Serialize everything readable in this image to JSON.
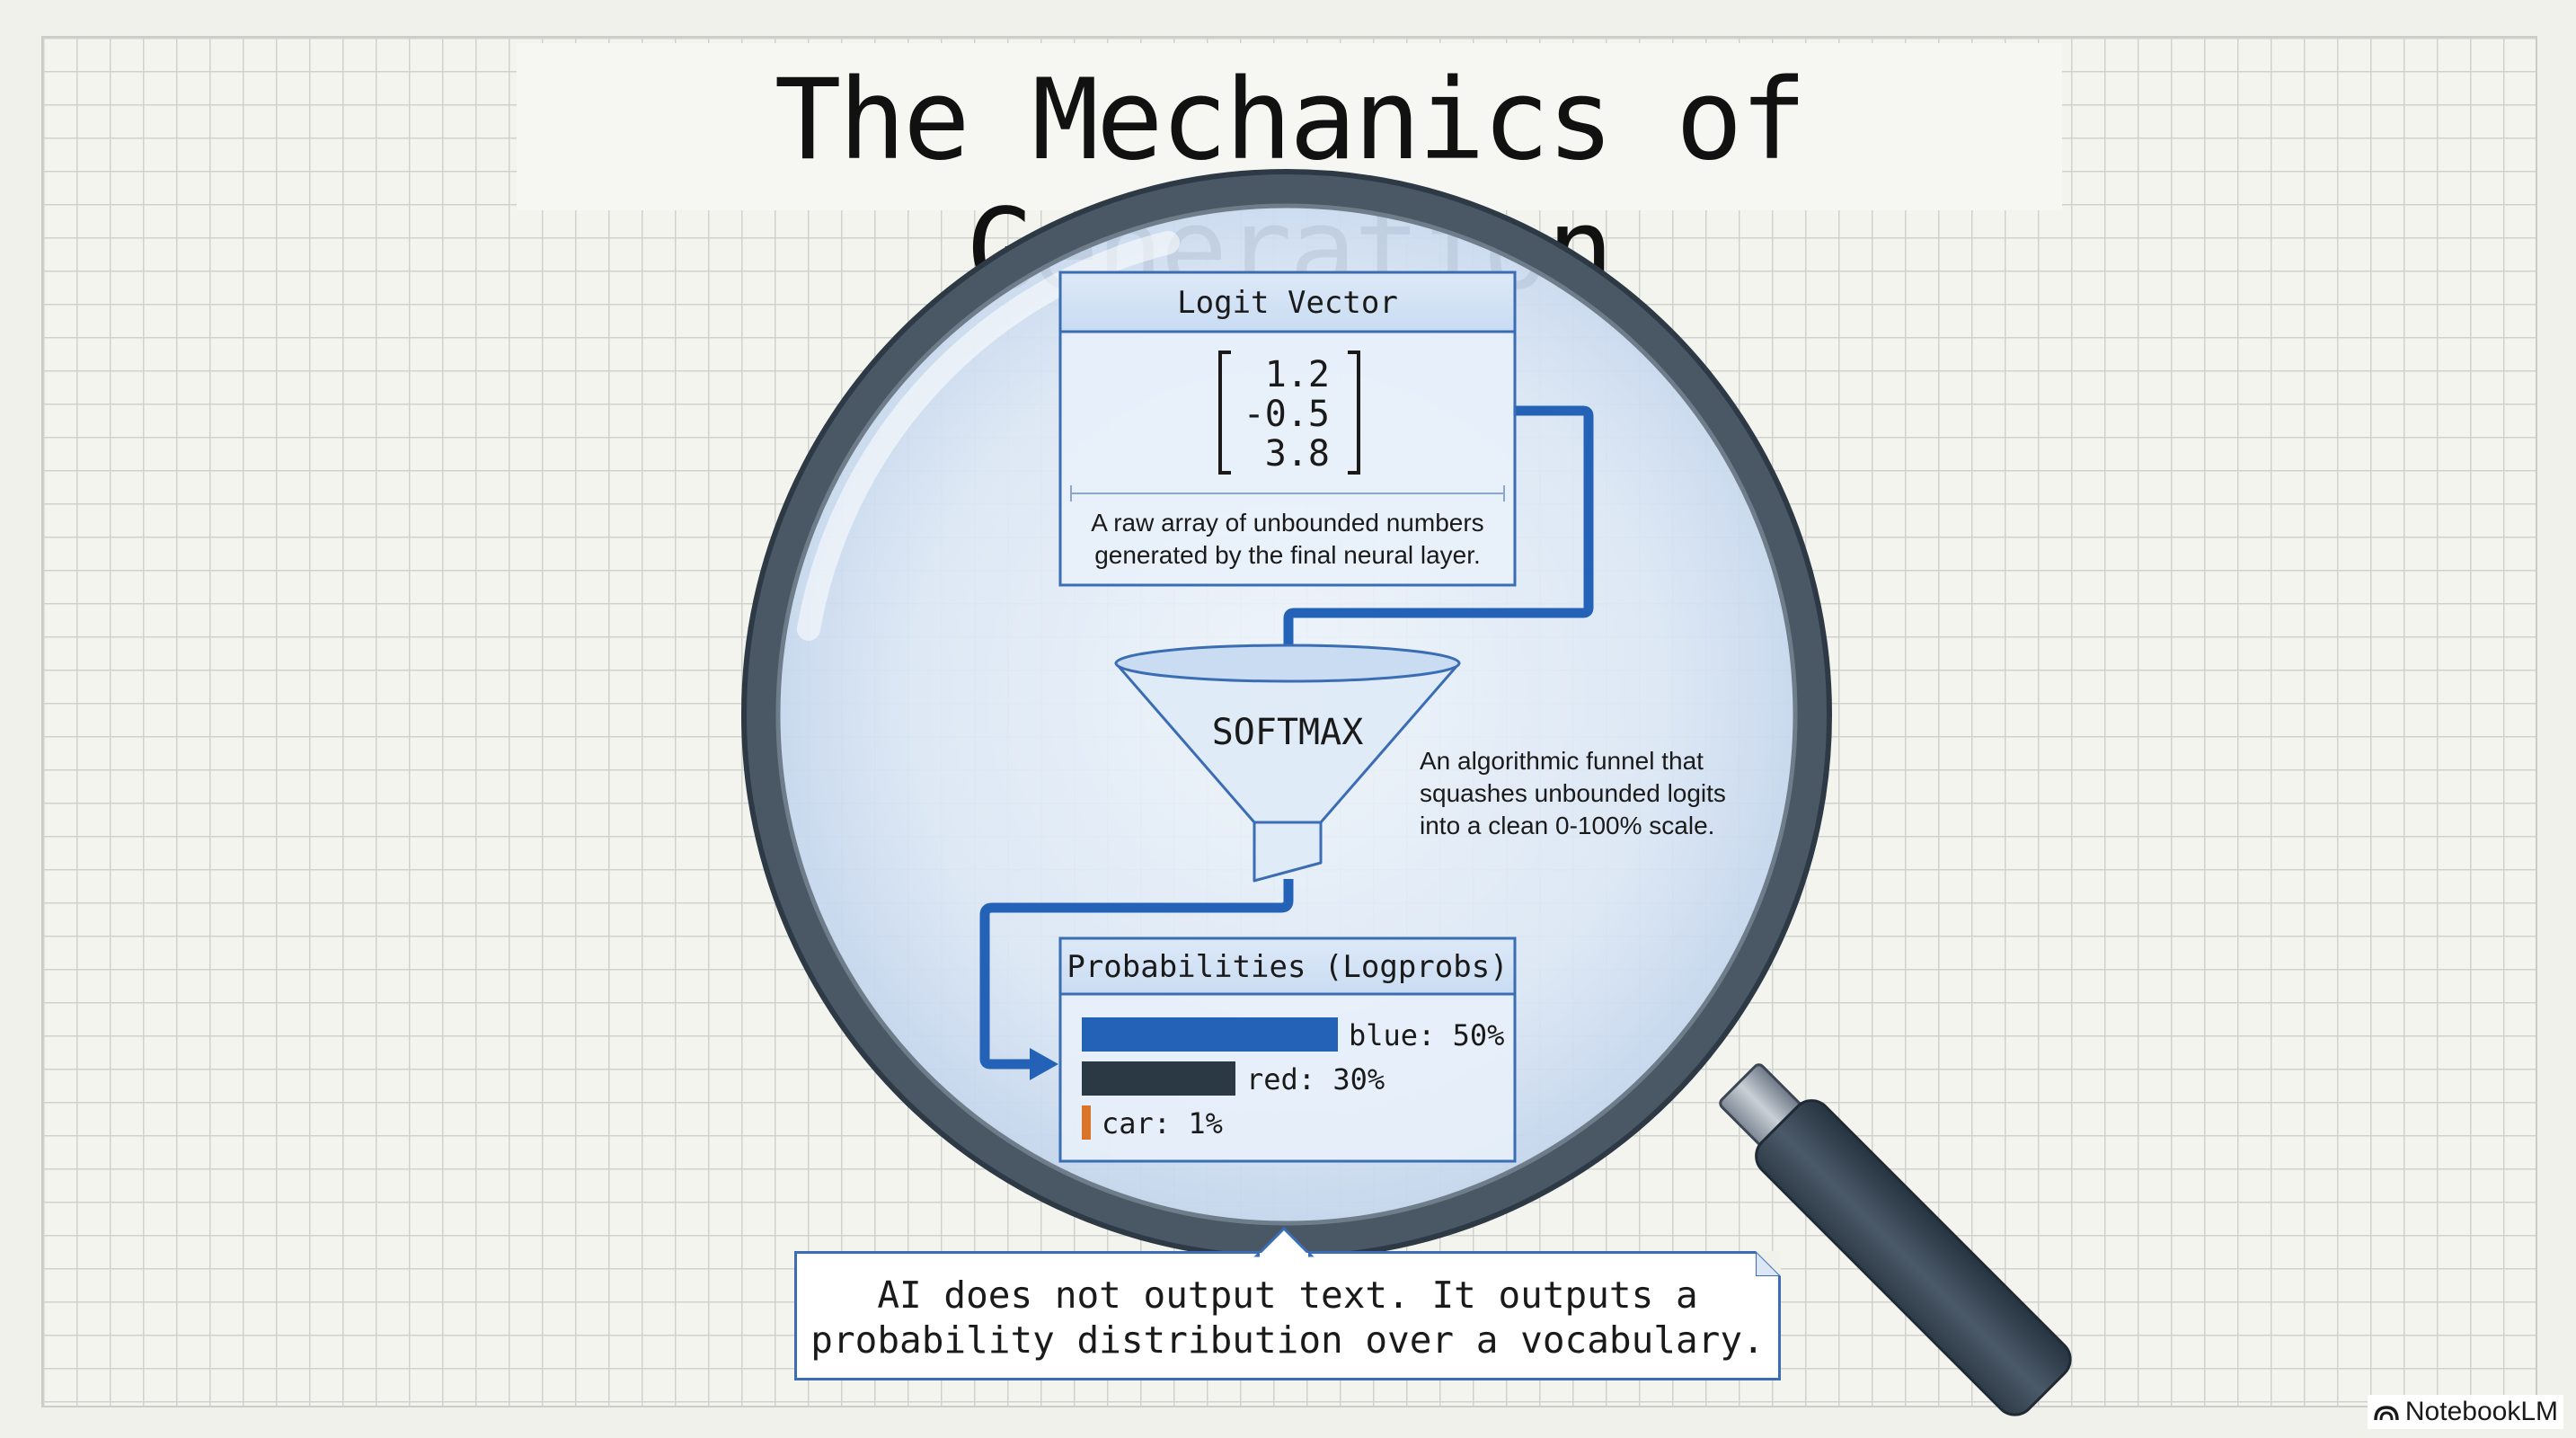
{
  "title": "The Mechanics of Generation",
  "logit_box": {
    "header": "Logit Vector",
    "values": [
      "1.2",
      "-0.5",
      "3.8"
    ],
    "description_lines": [
      "A raw array of unbounded numbers",
      "generated by the final neural layer."
    ]
  },
  "softmax": {
    "label": "SOFTMAX",
    "description_lines": [
      "An algorithmic funnel that",
      "squashes unbounded logits",
      "into a clean 0-100% scale."
    ]
  },
  "probabilities_box": {
    "header": "Probabilities (Logprobs)",
    "bars": [
      {
        "label": "blue: 50%",
        "value": 50,
        "color": "#2462b8"
      },
      {
        "label": "red: 30%",
        "value": 30,
        "color": "#2b3945"
      },
      {
        "label": "car: 1%",
        "value": 1,
        "color": "#d9742a"
      }
    ]
  },
  "caption_lines": [
    "AI does not output text. It outputs a",
    "probability distribution over a vocabulary."
  ],
  "brand": {
    "name": "NotebookLM",
    "icon": "notebooklm-logo-icon"
  },
  "colors": {
    "accent_blue": "#2462b8",
    "dark_bar": "#2b3945",
    "orange_bar": "#d9742a",
    "lens_frame": "#4a5866"
  }
}
